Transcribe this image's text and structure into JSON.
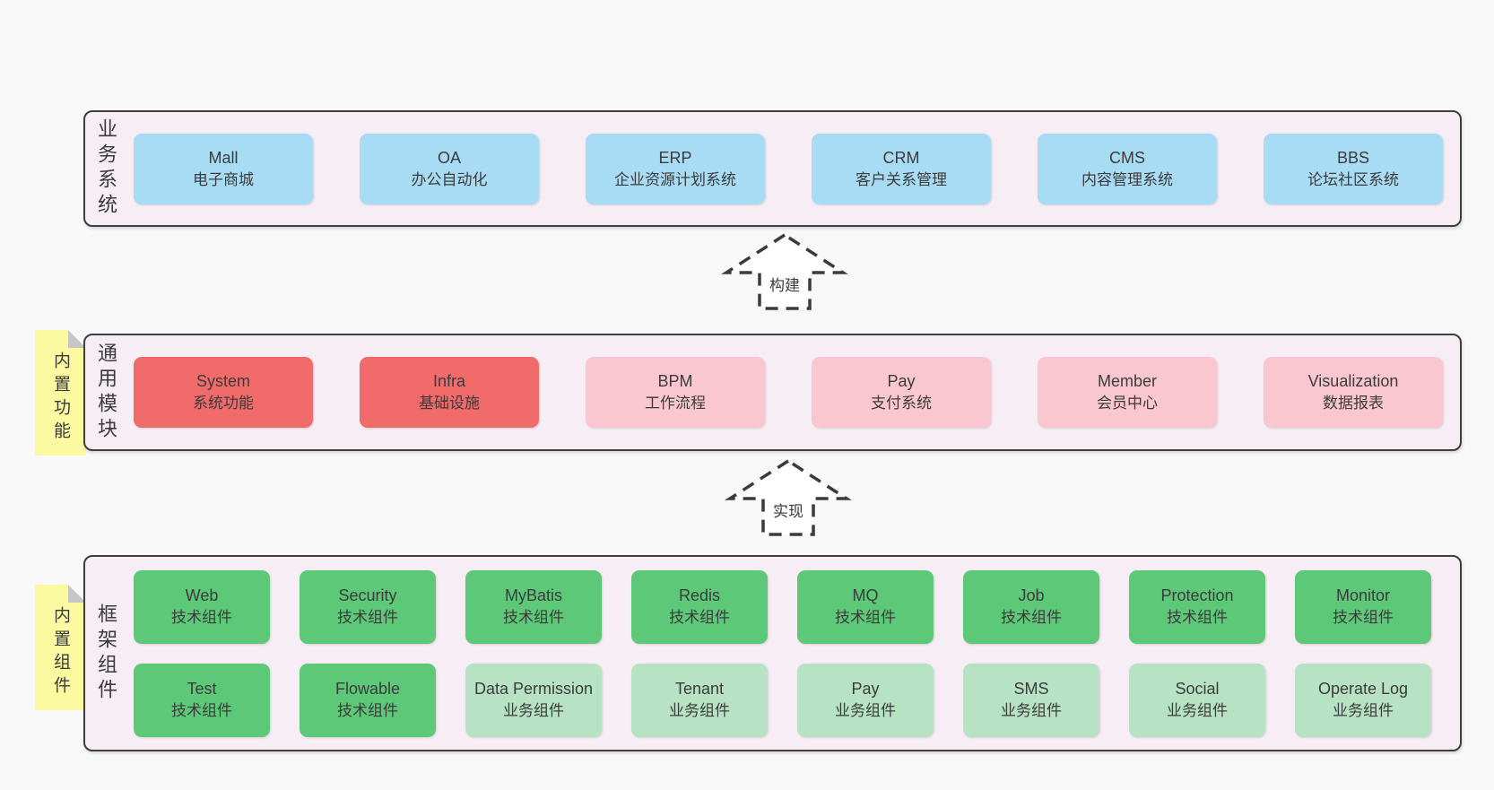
{
  "colors": {
    "page_bg": "#f8f8f8",
    "band_bg": "#f7edf5",
    "band_border": "#3f3f3f",
    "text": "#3b3b3b",
    "box_blue": "#a8dcf5",
    "box_red": "#f16b6b",
    "box_pink": "#fac7d1",
    "box_green": "#5dc878",
    "box_green_light": "#b7e3c4",
    "sticky_yellow": "#fbfaa0",
    "sticky_fold_gray": "#c6c6c6"
  },
  "bands": [
    {
      "label": "业务系统",
      "boxes": [
        {
          "title": "Mall",
          "subtitle": "电子商城",
          "variant": "blue"
        },
        {
          "title": "OA",
          "subtitle": "办公自动化",
          "variant": "blue"
        },
        {
          "title": "ERP",
          "subtitle": "企业资源计划系统",
          "variant": "blue"
        },
        {
          "title": "CRM",
          "subtitle": "客户关系管理",
          "variant": "blue"
        },
        {
          "title": "CMS",
          "subtitle": "内容管理系统",
          "variant": "blue"
        },
        {
          "title": "BBS",
          "subtitle": "论坛社区系统",
          "variant": "blue"
        }
      ]
    },
    {
      "label": "通用模块",
      "boxes": [
        {
          "title": "System",
          "subtitle": "系统功能",
          "variant": "red"
        },
        {
          "title": "Infra",
          "subtitle": "基础设施",
          "variant": "red"
        },
        {
          "title": "BPM",
          "subtitle": "工作流程",
          "variant": "pink"
        },
        {
          "title": "Pay",
          "subtitle": "支付系统",
          "variant": "pink"
        },
        {
          "title": "Member",
          "subtitle": "会员中心",
          "variant": "pink"
        },
        {
          "title": "Visualization",
          "subtitle": "数据报表",
          "variant": "pink"
        }
      ]
    },
    {
      "label": "框架组件",
      "boxes": [
        {
          "title": "Web",
          "subtitle": "技术组件",
          "variant": "green"
        },
        {
          "title": "Security",
          "subtitle": "技术组件",
          "variant": "green"
        },
        {
          "title": "MyBatis",
          "subtitle": "技术组件",
          "variant": "green"
        },
        {
          "title": "Redis",
          "subtitle": "技术组件",
          "variant": "green"
        },
        {
          "title": "MQ",
          "subtitle": "技术组件",
          "variant": "green"
        },
        {
          "title": "Job",
          "subtitle": "技术组件",
          "variant": "green"
        },
        {
          "title": "Protection",
          "subtitle": "技术组件",
          "variant": "green"
        },
        {
          "title": "Monitor",
          "subtitle": "技术组件",
          "variant": "green"
        },
        {
          "title": "Test",
          "subtitle": "技术组件",
          "variant": "green"
        },
        {
          "title": "Flowable",
          "subtitle": "技术组件",
          "variant": "green"
        },
        {
          "title": "Data Permission",
          "subtitle": "业务组件",
          "variant": "green-light"
        },
        {
          "title": "Tenant",
          "subtitle": "业务组件",
          "variant": "green-light"
        },
        {
          "title": "Pay",
          "subtitle": "业务组件",
          "variant": "green-light"
        },
        {
          "title": "SMS",
          "subtitle": "业务组件",
          "variant": "green-light"
        },
        {
          "title": "Social",
          "subtitle": "业务组件",
          "variant": "green-light"
        },
        {
          "title": "Operate Log",
          "subtitle": "业务组件",
          "variant": "green-light"
        }
      ]
    }
  ],
  "arrows": [
    {
      "label": "构建"
    },
    {
      "label": "实现"
    }
  ],
  "stickies": [
    {
      "label": "内置功能"
    },
    {
      "label": "内置组件"
    }
  ]
}
